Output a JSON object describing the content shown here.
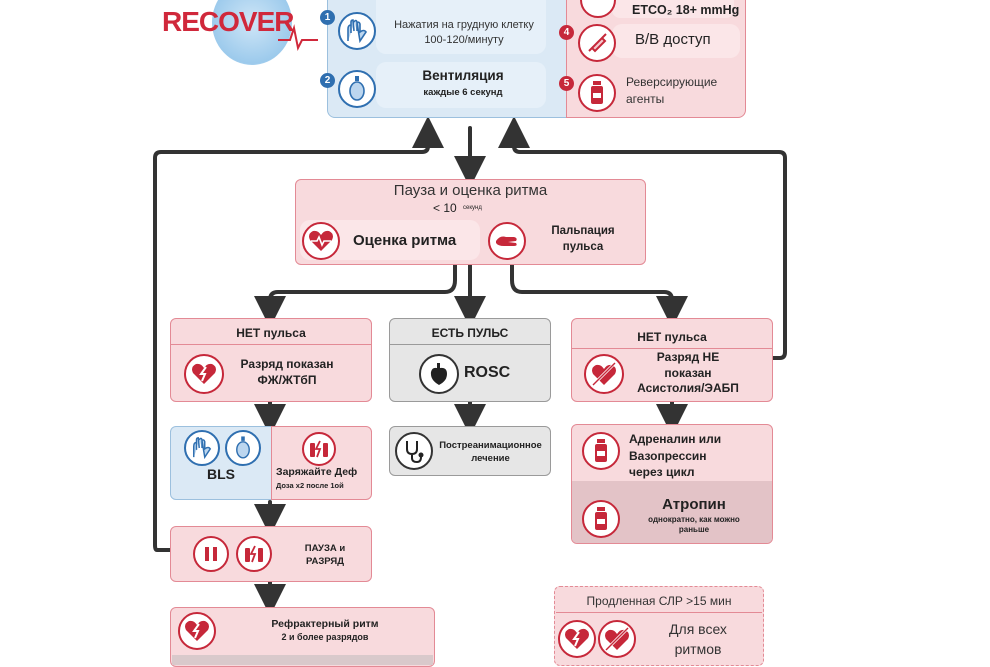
{
  "logo": {
    "text": "RECOVER"
  },
  "top_left_panel": {
    "compressions_text": "Нажатия на грудную клетку",
    "compressions_rate": "100-120/минуту",
    "ventilation_title": "Вентиляция",
    "ventilation_rate": "каждые 6 секунд",
    "badges": [
      "1",
      "2"
    ]
  },
  "top_right_panel": {
    "etco2": "ETCO₂ 18+ mmHg",
    "iv_access": "В/В доступ",
    "reversal_agents_1": "Реверсирующие",
    "reversal_agents_2": "агенты",
    "badges": [
      "4",
      "5"
    ]
  },
  "pause_box": {
    "title": "Пауза и оценка ритма",
    "time_value": "< 10",
    "time_unit": "секунд",
    "rhythm_assessment": "Оценка ритма",
    "pulse_palpation_1": "Пальпация",
    "pulse_palpation_2": "пульса"
  },
  "no_pulse_left": {
    "header": "НЕТ пульса",
    "shock_indicated": "Разряд показан",
    "rhythms": "ФЖ/ЖТбП"
  },
  "pulse_present": {
    "header": "ЕСТЬ ПУЛЬС",
    "rosc": "ROSC",
    "post_care_1": "Постреанимационное",
    "post_care_2": "лечение"
  },
  "no_pulse_right": {
    "header": "НЕТ пульса",
    "not_indicated_1": "Разряд НЕ",
    "not_indicated_2": "показан",
    "rhythms": "Асистолия/ЭАБП"
  },
  "bls_charge": {
    "bls": "BLS",
    "charge": "Заряжайте Деф",
    "dose": "Доза x2 после 1ой"
  },
  "pause_shock": {
    "line1": "ПАУЗА и",
    "line2": "РАЗРЯД"
  },
  "refractory": {
    "title": "Рефрактерный ритм",
    "subtitle": "2 и более разрядов"
  },
  "vasopressor": {
    "line1": "Адреналин или",
    "line2": "Вазопрессин",
    "line3": "через цикл",
    "atropine": "Атропин",
    "atropine_note_1": "однократно, как можно",
    "atropine_note_2": "раньше"
  },
  "prolonged_cpr": {
    "title": "Продленная СЛР >15 мин",
    "all_rhythms_1": "Для всех",
    "all_rhythms_2": "ритмов"
  },
  "colors": {
    "red": "#c6283a",
    "blue": "#2f6fb0",
    "pink_bg": "#f8dadd",
    "blue_bg": "#dbe9f5",
    "grey_bg": "#e6e6e6",
    "arrow": "#333333"
  },
  "icons": [
    "hands-icon",
    "ambu-bag-icon",
    "syringe-icon",
    "vial-icon",
    "heart-pulse-icon",
    "hand-pulse-icon",
    "defib-heart-icon",
    "anatomical-heart-icon",
    "stethoscope-icon",
    "no-shock-icon",
    "charge-icon",
    "pause-icon"
  ]
}
